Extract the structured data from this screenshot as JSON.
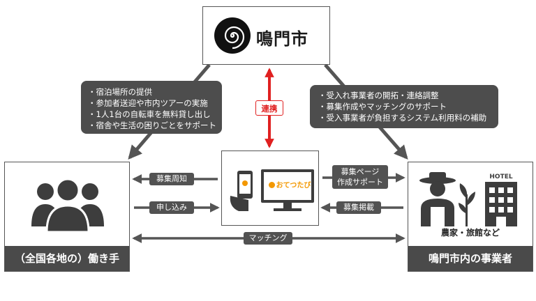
{
  "title": {
    "name": "鳴門市"
  },
  "link_label": "連携",
  "left_info": {
    "items": [
      "宿泊場所の提供",
      "参加者送迎や市内ツアーの実施",
      "1人1台の自転車を無料貸し出し",
      "宿舎や生活の困りごとをサポート"
    ]
  },
  "right_info": {
    "items": [
      "受入れ事業者の開拓・連絡調整",
      "募集作成やマッチングのサポート",
      "受入事業者が負担するシステム利用料の補助"
    ]
  },
  "arrows": {
    "recruit_notice": "募集周知",
    "apply": "申し込み",
    "page_line1": "募集ページ",
    "page_line2": "作成サポート",
    "posting": "募集掲載",
    "matching": "マッチング"
  },
  "platform": {
    "app_name": "おてつたび"
  },
  "workers": {
    "label": "（全国各地の）働き手"
  },
  "businesses": {
    "label": "鳴門市内の事業者",
    "sub_label": "農家・旅館など",
    "hotel_sign": "HOTEL"
  },
  "colors": {
    "dark": "#4d4d4d",
    "arrow": "#555555",
    "link": "#e02020",
    "app_orange": "#f39800"
  }
}
